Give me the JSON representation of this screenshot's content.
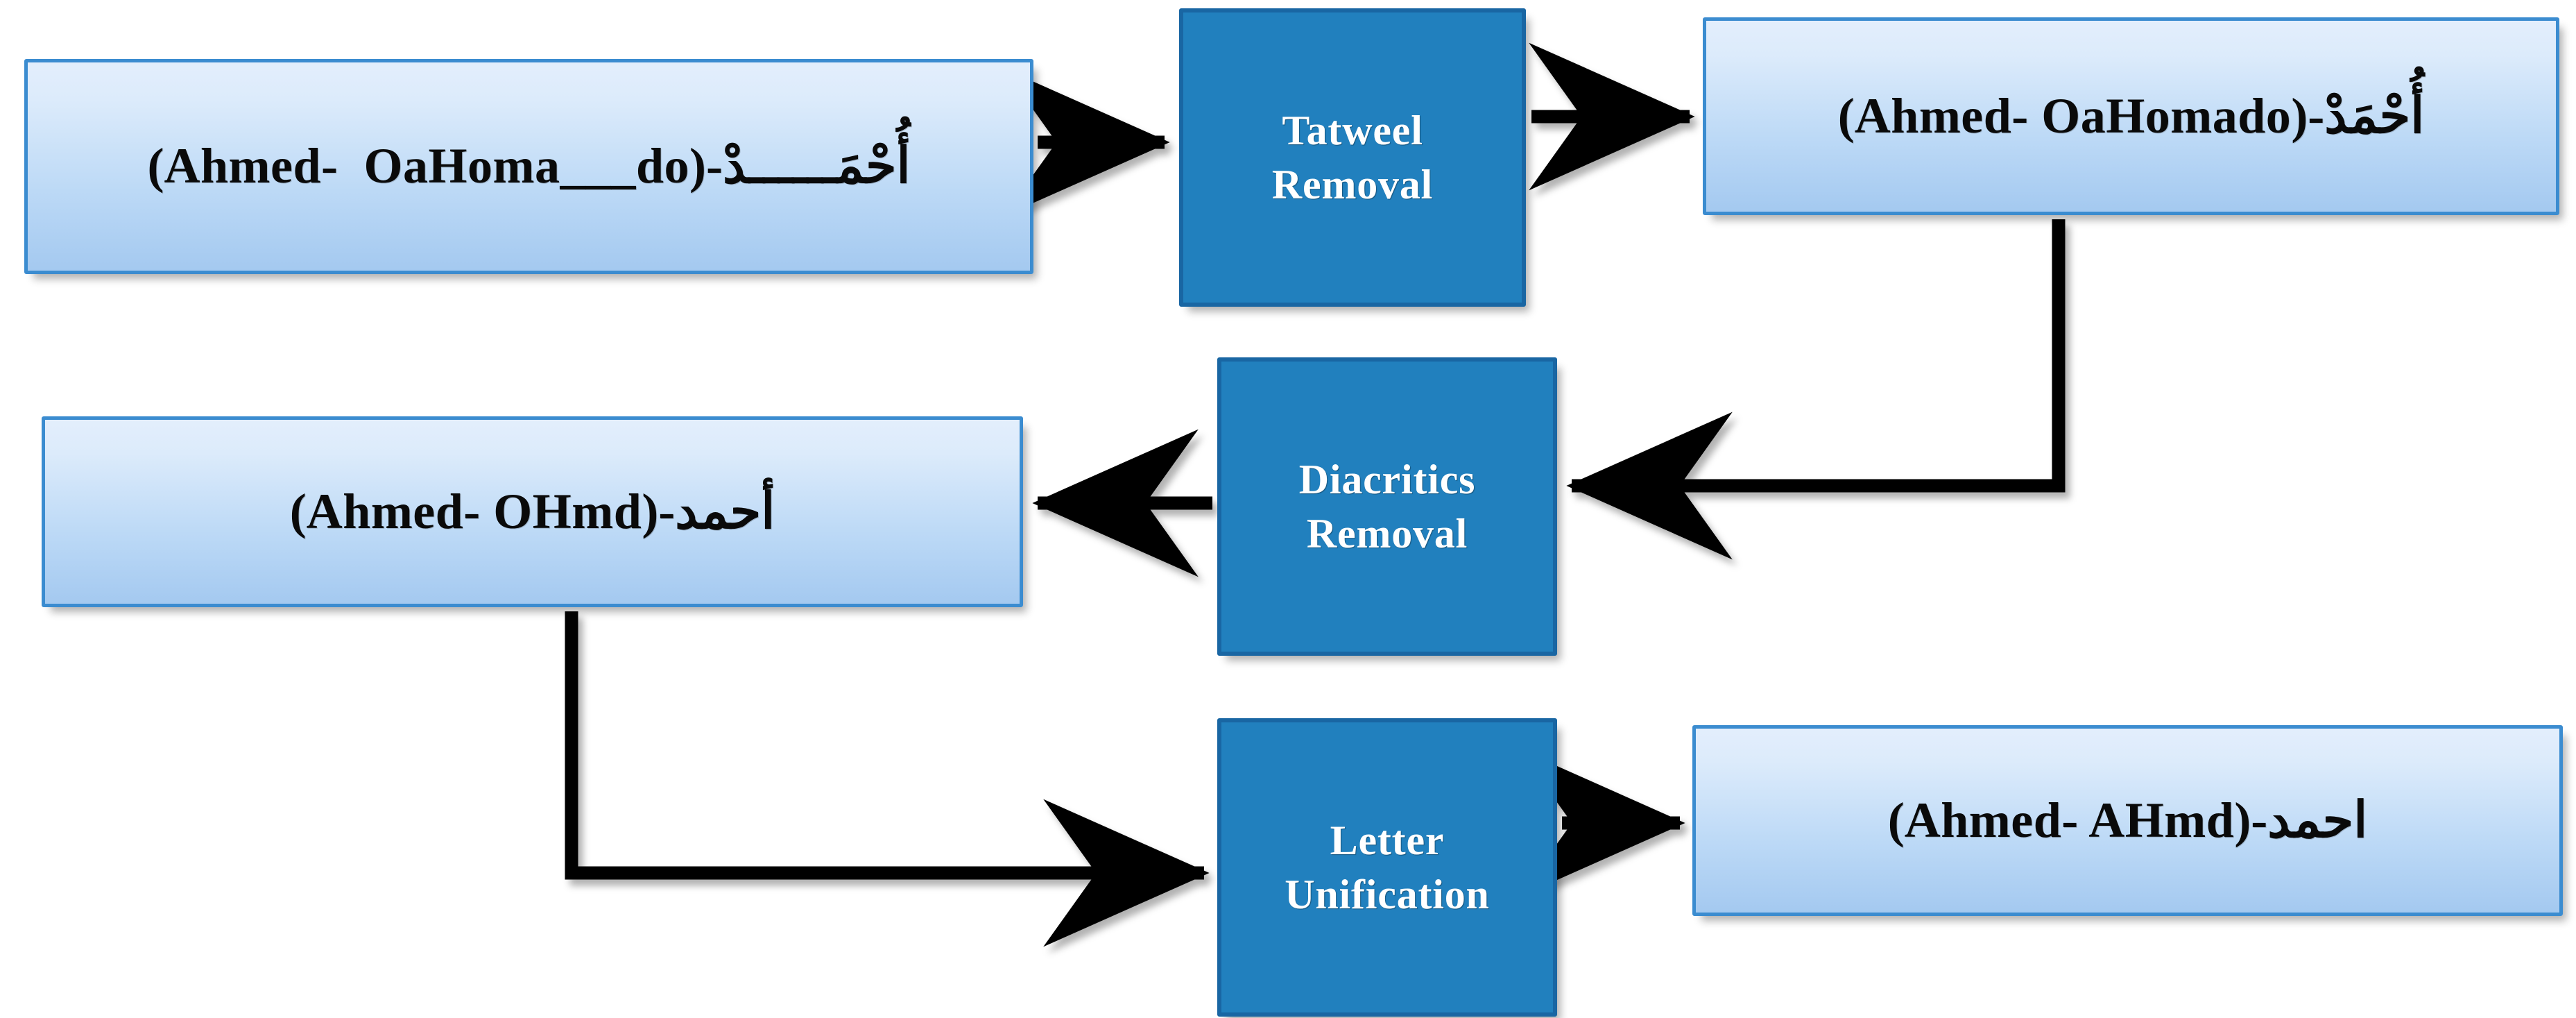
{
  "diagram": {
    "title": "Arabic text normalization pipeline",
    "colors": {
      "process_fill": "#2180be",
      "process_border": "#1966a3",
      "process_text": "#ffffff",
      "data_fill_top": "#e3eefc",
      "data_fill_bottom": "#a4c9f0",
      "data_border": "#3b8cd0",
      "data_text": "#0a0a0a",
      "connector": "#000000",
      "background": "#ffffff"
    },
    "nodes": [
      {
        "id": "src",
        "kind": "data",
        "label": "أُحْمَــــــدْ-(Ahmed-  OaHoma___do)",
        "arabic": "أُحْمَــــــدْ",
        "transliteration": "(Ahmed-  OaHoma___do)"
      },
      {
        "id": "tatweel",
        "kind": "process",
        "label": "Tatweel\nRemoval",
        "line1": "Tatweel",
        "line2": "Removal"
      },
      {
        "id": "after-tatweel",
        "kind": "data",
        "label": "أُحْمَدْ-(Ahmed- OaHomado)",
        "arabic": "أُحْمَدْ",
        "transliteration": "(Ahmed- OaHomado)"
      },
      {
        "id": "diacritics",
        "kind": "process",
        "label": "Diacritics\nRemoval",
        "line1": "Diacritics",
        "line2": "Removal"
      },
      {
        "id": "after-diac",
        "kind": "data",
        "label": "أحمد-(Ahmed- OHmd)",
        "arabic": "أحمد",
        "transliteration": "(Ahmed- OHmd)"
      },
      {
        "id": "letter-unification",
        "kind": "process",
        "label": "Letter\nUnification",
        "line1": "Letter",
        "line2": "Unification"
      },
      {
        "id": "after-uni",
        "kind": "data",
        "label": "احمد-(Ahmed- AHmd)",
        "arabic": "احمد",
        "transliteration": "(Ahmed- AHmd)"
      }
    ],
    "edges": [
      {
        "id": "e1",
        "from": "src",
        "to": "tatweel",
        "style": "straight-right"
      },
      {
        "id": "e2",
        "from": "tatweel",
        "to": "after-tatweel",
        "style": "straight-right"
      },
      {
        "id": "e3",
        "from": "after-tatweel",
        "to": "diacritics",
        "style": "down-then-left"
      },
      {
        "id": "e4",
        "from": "diacritics",
        "to": "after-diac",
        "style": "straight-left"
      },
      {
        "id": "e5",
        "from": "after-diac",
        "to": "letter-unification",
        "style": "down-then-right"
      },
      {
        "id": "e6",
        "from": "letter-unification",
        "to": "after-uni",
        "style": "straight-right"
      }
    ]
  }
}
